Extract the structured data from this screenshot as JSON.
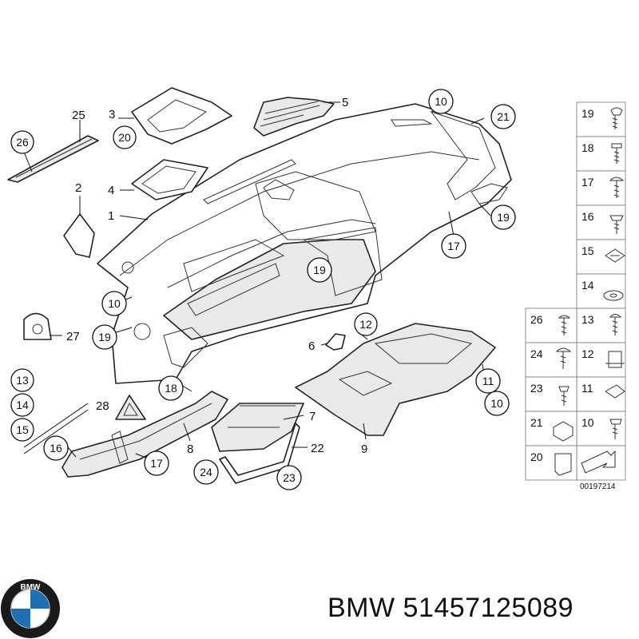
{
  "diagram": {
    "callouts": {
      "c1": "1",
      "c2": "2",
      "c3": "3",
      "c4": "4",
      "c5": "5",
      "c6": "6",
      "c7": "7",
      "c8": "8",
      "c9": "9",
      "c10a": "10",
      "c10b": "10",
      "c10c": "10",
      "c11": "11",
      "c12": "12",
      "c13": "13",
      "c14": "14",
      "c15": "15",
      "c16": "16",
      "c17a": "17",
      "c17b": "17",
      "c18": "18",
      "c19a": "19",
      "c19b": "19",
      "c19c": "19",
      "c20": "20",
      "c21": "21",
      "c22": "22",
      "c23": "23",
      "c24": "24",
      "c25": "25",
      "c26": "26",
      "c27": "27",
      "c28": "28"
    },
    "fastener_table": {
      "right_column": [
        "19",
        "18",
        "17",
        "16",
        "15",
        "14",
        "13",
        "12",
        "11",
        "10"
      ],
      "left_column": [
        "26",
        "24",
        "23",
        "21",
        "20"
      ],
      "diagram_id": "00197214"
    }
  },
  "footer": {
    "brand": "BMW",
    "part_number": "51457125089"
  }
}
